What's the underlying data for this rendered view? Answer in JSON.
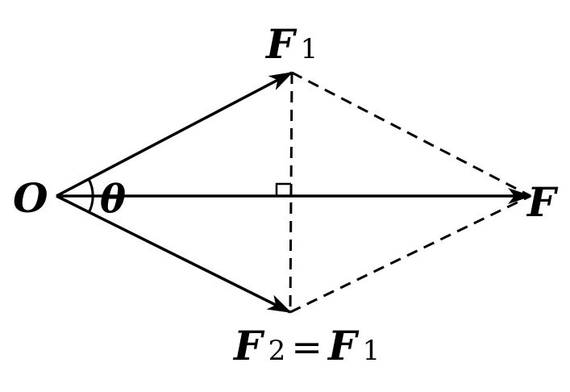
{
  "diagram": {
    "labels": {
      "origin": "O",
      "angle": "θ",
      "resultant": "F",
      "force1_main": "F",
      "force1_sub": "1",
      "force2_main": "F",
      "force2_sub": "2",
      "force2_equals": "=",
      "force2_rhs_main": "F",
      "force2_rhs_sub": "1"
    },
    "colors": {
      "ink": "#000000",
      "background": "#ffffff"
    }
  }
}
